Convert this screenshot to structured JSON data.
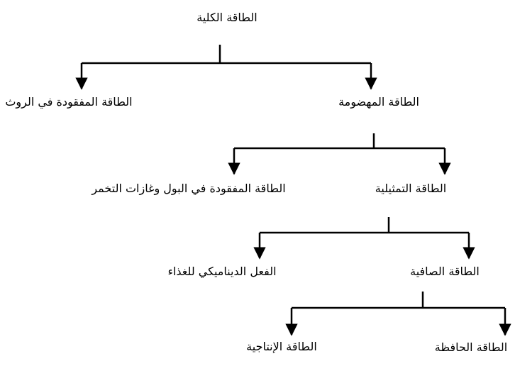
{
  "nodes": {
    "total": "الطاقة الكلية",
    "fecal_loss": "الطاقة المفقودة في الروث",
    "digestible": "الطاقة المهضومة",
    "urine_gas_loss": "الطاقة المفقودة في البول وغازات التخمر",
    "metabolizable": "الطاقة التمثيلية",
    "dynamic_action": "الفعل الديناميكي للغذاء",
    "net": "الطاقة الصافية",
    "production": "الطاقة الإنتاجية",
    "maintenance": "الطاقة الحافظة"
  }
}
